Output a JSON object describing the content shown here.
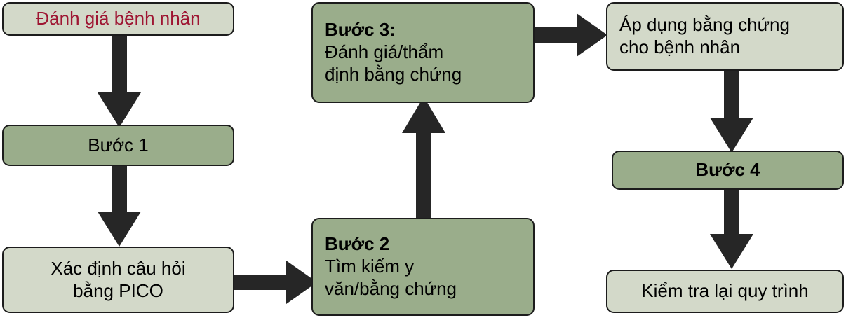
{
  "diagram": {
    "title": "Quy trinh Y hoc thuc chung (EBM) - flowchart",
    "colors": {
      "box_light": "#d3d9c9",
      "box_green": "#9aad8b",
      "border": "#1c1c1c",
      "arrow": "#262626",
      "text_red": "#9e1532",
      "text_dark": "#000000",
      "background": "#ffffff"
    },
    "nodes": [
      {
        "id": "assess-patient",
        "lines": [
          "Đánh giá bệnh nhân"
        ],
        "fill": "light",
        "align": "center",
        "text_color": "red",
        "bold": false
      },
      {
        "id": "step-1",
        "lines": [
          "Bước 1"
        ],
        "fill": "green",
        "align": "center",
        "text_color": "dark",
        "bold": false
      },
      {
        "id": "pico-question",
        "lines": [
          "Xác định câu hỏi",
          "bằng PICO"
        ],
        "fill": "light",
        "align": "center",
        "text_color": "dark",
        "bold": false
      },
      {
        "id": "step-2",
        "heading": "Bước 2",
        "lines": [
          "Tìm kiếm y",
          "văn/bằng chứng"
        ],
        "fill": "green",
        "align": "left",
        "text_color": "dark",
        "bold_heading": true
      },
      {
        "id": "step-3",
        "heading": "Bước 3:",
        "lines": [
          "Đánh giá/thẩm",
          "định bằng chứng"
        ],
        "fill": "green",
        "align": "left",
        "text_color": "dark",
        "bold_heading": true
      },
      {
        "id": "apply-evidence",
        "lines": [
          "Áp dụng bằng chứng",
          "cho bệnh nhân"
        ],
        "fill": "light",
        "align": "left",
        "text_color": "dark",
        "bold": false
      },
      {
        "id": "step-4",
        "lines": [
          "Bước 4"
        ],
        "fill": "green",
        "align": "center",
        "text_color": "dark",
        "bold": true
      },
      {
        "id": "review-process",
        "lines": [
          "Kiểm tra lại quy trình"
        ],
        "fill": "light",
        "align": "center",
        "text_color": "dark",
        "bold": false
      }
    ],
    "connectors": [
      {
        "id": "assess-to-step1",
        "from": "assess-patient",
        "to": "step-1",
        "direction": "down"
      },
      {
        "id": "step1-to-pico",
        "from": "step-1",
        "to": "pico-question",
        "direction": "down"
      },
      {
        "id": "pico-to-step2",
        "from": "pico-question",
        "to": "step-2",
        "direction": "right"
      },
      {
        "id": "step2-to-step3",
        "from": "step-2",
        "to": "step-3",
        "direction": "up"
      },
      {
        "id": "step3-to-apply",
        "from": "step-3",
        "to": "apply-evidence",
        "direction": "right"
      },
      {
        "id": "apply-to-step4",
        "from": "apply-evidence",
        "to": "step-4",
        "direction": "down"
      },
      {
        "id": "step4-to-review",
        "from": "step-4",
        "to": "review-process",
        "direction": "down"
      }
    ]
  }
}
